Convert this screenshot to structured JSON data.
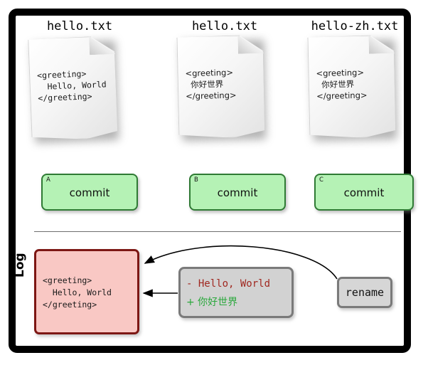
{
  "diagram": {
    "title_row": [
      {
        "filename": "hello.txt"
      },
      {
        "filename": "hello.txt"
      },
      {
        "filename": "hello-zh.txt"
      }
    ],
    "documents": [
      {
        "name": "document-hello-en",
        "content": "<greeting>\n  Hello, World\n</greeting>"
      },
      {
        "name": "document-hello-zh",
        "content": "<greeting>\n  你好世界\n</greeting>"
      },
      {
        "name": "document-hello-zh-renamed",
        "content": "<greeting>\n  你好世界\n</greeting>"
      }
    ],
    "commits": [
      {
        "tag": "A",
        "label": "commit"
      },
      {
        "tag": "B",
        "label": "commit"
      },
      {
        "tag": "C",
        "label": "commit"
      }
    ],
    "log": {
      "section_label": "Log",
      "entry": {
        "content": "<greeting>\n  Hello, World\n</greeting>"
      },
      "diff": {
        "removed": "- Hello, World",
        "added": "+ 你好世界"
      },
      "rename": {
        "label": "rename"
      }
    },
    "colors": {
      "commit_fill": "#b5f2b5",
      "commit_border": "#2f7a34",
      "log_fill": "#f9c8c4",
      "log_border": "#7d1714",
      "op_fill": "#d2d2d2",
      "op_border": "#7a7a7a",
      "diff_removed": "#a02820",
      "diff_added": "#2aa83c",
      "frame": "#000000"
    }
  }
}
